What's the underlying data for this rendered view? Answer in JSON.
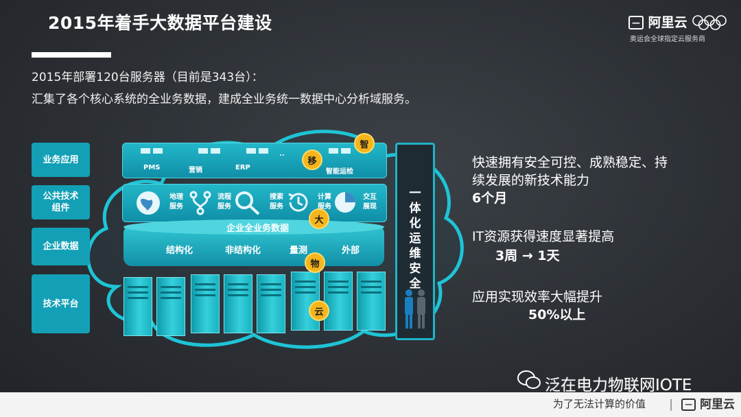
{
  "header": {
    "title": "2015年着手大数据平台建设",
    "logo": {
      "brand": "阿里云",
      "subtitle": "奥运会全球指定云服务商"
    }
  },
  "body": {
    "line1": "2015年部署120台服务器（目前是343台）：",
    "line2": "汇集了各个核心系统的全业务数据，建成全业务统一数据中心分析域服务。"
  },
  "diagram": {
    "left_layers": [
      "业务应用",
      "公共技术\n组件",
      "企业数据",
      "技术平台"
    ],
    "apps": [
      "PMS",
      "营销",
      "ERP",
      "..",
      "智能运检"
    ],
    "services": [
      "地理\n服务",
      "流程\n服务",
      "搜索\n服务",
      "计算\n服务",
      "交互\n展现"
    ],
    "db_title": "企业全业务数据",
    "db_items": [
      "结构化",
      "非结构化",
      "量测",
      "外部"
    ],
    "badges": [
      "智",
      "移",
      "大",
      "物",
      "云"
    ],
    "ops_label": "一体化运维安全"
  },
  "right": {
    "p1_line1": "快速拥有安全可控、成熟稳定、持",
    "p1_line2": "续发展的新技术能力",
    "p1_value": "6个月",
    "p2_line1": "IT资源获得速度显著提高",
    "p2_value": "3周 → 1天",
    "p3_line1": "应用实现效率大幅提升",
    "p3_value": "50%以上"
  },
  "footer": {
    "watermark": "泛在电力物联网IOTE",
    "slogan": "为了无法计算的价值",
    "brand": "阿里云"
  },
  "colors": {
    "accent": "#13a0b6",
    "badge": "#f7b51c",
    "background": "#2c3035"
  }
}
